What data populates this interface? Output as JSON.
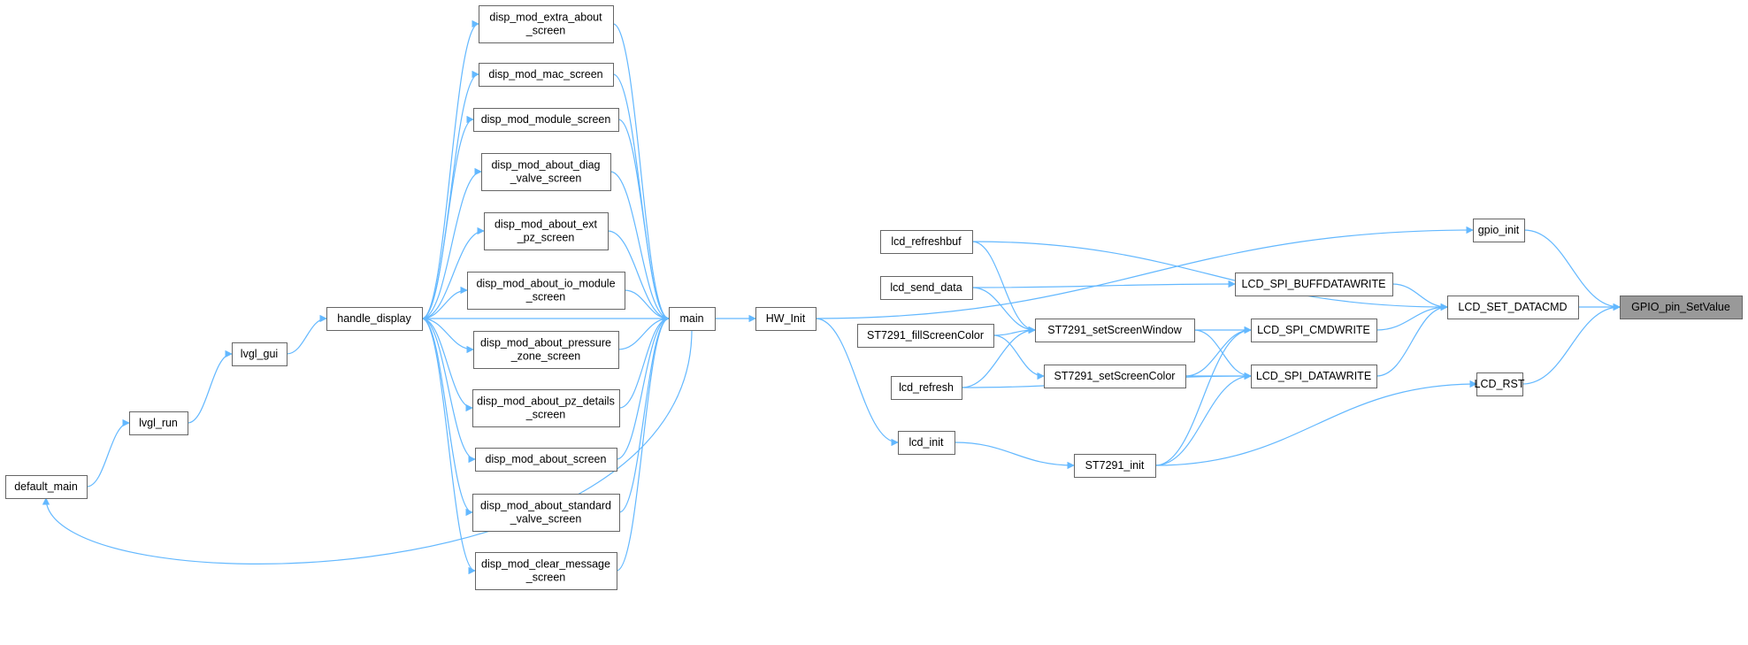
{
  "target": "GPIO_pin_SetValue",
  "nodes": [
    {
      "id": "gpio_pin_setvalue",
      "lines": [
        "GPIO_pin_SetValue"
      ],
      "highlight": true
    },
    {
      "id": "gpio_init",
      "lines": [
        "gpio_init"
      ]
    },
    {
      "id": "lcd_set_datacmd",
      "lines": [
        "LCD_SET_DATACMD"
      ]
    },
    {
      "id": "lcd_rst",
      "lines": [
        "LCD_RST"
      ]
    },
    {
      "id": "lcd_spi_buffdatawrite",
      "lines": [
        "LCD_SPI_BUFFDATAWRITE"
      ]
    },
    {
      "id": "lcd_spi_cmdwrite",
      "lines": [
        "LCD_SPI_CMDWRITE"
      ]
    },
    {
      "id": "lcd_spi_datawrite",
      "lines": [
        "LCD_SPI_DATAWRITE"
      ]
    },
    {
      "id": "st7291_setscreenwindow",
      "lines": [
        "ST7291_setScreenWindow"
      ]
    },
    {
      "id": "st7291_setscreencolor",
      "lines": [
        "ST7291_setScreenColor"
      ]
    },
    {
      "id": "st7291_init",
      "lines": [
        "ST7291_init"
      ]
    },
    {
      "id": "lcd_refreshbuf",
      "lines": [
        "lcd_refreshbuf"
      ]
    },
    {
      "id": "lcd_send_data",
      "lines": [
        "lcd_send_data"
      ]
    },
    {
      "id": "st7291_fillscreencolor",
      "lines": [
        "ST7291_fillScreenColor"
      ]
    },
    {
      "id": "lcd_refresh",
      "lines": [
        "lcd_refresh"
      ]
    },
    {
      "id": "lcd_init",
      "lines": [
        "lcd_init"
      ]
    },
    {
      "id": "hw_init",
      "lines": [
        "HW_Init"
      ]
    },
    {
      "id": "main",
      "lines": [
        "main"
      ]
    },
    {
      "id": "disp_mod_extra_about_screen",
      "lines": [
        "disp_mod_extra_about",
        "_screen"
      ]
    },
    {
      "id": "disp_mod_mac_screen",
      "lines": [
        "disp_mod_mac_screen"
      ]
    },
    {
      "id": "disp_mod_module_screen",
      "lines": [
        "disp_mod_module_screen"
      ]
    },
    {
      "id": "disp_mod_about_diag_valve_screen",
      "lines": [
        "disp_mod_about_diag",
        "_valve_screen"
      ]
    },
    {
      "id": "disp_mod_about_ext_pz_screen",
      "lines": [
        "disp_mod_about_ext",
        "_pz_screen"
      ]
    },
    {
      "id": "disp_mod_about_io_module_screen",
      "lines": [
        "disp_mod_about_io_module",
        "_screen"
      ]
    },
    {
      "id": "disp_mod_about_pressure_zone_screen",
      "lines": [
        "disp_mod_about_pressure",
        "_zone_screen"
      ]
    },
    {
      "id": "disp_mod_about_pz_details_screen",
      "lines": [
        "disp_mod_about_pz_details",
        "_screen"
      ]
    },
    {
      "id": "disp_mod_about_screen",
      "lines": [
        "disp_mod_about_screen"
      ]
    },
    {
      "id": "disp_mod_about_standard_valve_screen",
      "lines": [
        "disp_mod_about_standard",
        "_valve_screen"
      ]
    },
    {
      "id": "disp_mod_clear_message_screen",
      "lines": [
        "disp_mod_clear_message",
        "_screen"
      ]
    },
    {
      "id": "handle_display",
      "lines": [
        "handle_display"
      ]
    },
    {
      "id": "lvgl_gui",
      "lines": [
        "lvgl_gui"
      ]
    },
    {
      "id": "lvgl_run",
      "lines": [
        "lvgl_run"
      ]
    },
    {
      "id": "default_main",
      "lines": [
        "default_main"
      ]
    }
  ],
  "edges": [
    [
      "gpio_init",
      "gpio_pin_setvalue"
    ],
    [
      "lcd_set_datacmd",
      "gpio_pin_setvalue"
    ],
    [
      "lcd_rst",
      "gpio_pin_setvalue"
    ],
    [
      "lcd_refreshbuf",
      "lcd_set_datacmd"
    ],
    [
      "lcd_spi_buffdatawrite",
      "lcd_set_datacmd"
    ],
    [
      "lcd_spi_cmdwrite",
      "lcd_set_datacmd"
    ],
    [
      "lcd_spi_datawrite",
      "lcd_set_datacmd"
    ],
    [
      "hw_init",
      "gpio_init"
    ],
    [
      "st7291_init",
      "lcd_rst"
    ],
    [
      "lcd_send_data",
      "lcd_spi_buffdatawrite"
    ],
    [
      "st7291_setscreenwindow",
      "lcd_spi_cmdwrite"
    ],
    [
      "st7291_setscreencolor",
      "lcd_spi_cmdwrite"
    ],
    [
      "st7291_init",
      "lcd_spi_cmdwrite"
    ],
    [
      "st7291_setscreenwindow",
      "lcd_spi_datawrite"
    ],
    [
      "st7291_setscreencolor",
      "lcd_spi_datawrite"
    ],
    [
      "lcd_refresh",
      "lcd_spi_datawrite"
    ],
    [
      "st7291_init",
      "lcd_spi_datawrite"
    ],
    [
      "lcd_refreshbuf",
      "st7291_setscreenwindow"
    ],
    [
      "lcd_send_data",
      "st7291_setscreenwindow"
    ],
    [
      "st7291_fillscreencolor",
      "st7291_setscreenwindow"
    ],
    [
      "lcd_refresh",
      "st7291_setscreenwindow"
    ],
    [
      "st7291_fillscreencolor",
      "st7291_setscreencolor"
    ],
    [
      "lcd_init",
      "st7291_init"
    ],
    [
      "hw_init",
      "lcd_init"
    ],
    [
      "main",
      "hw_init"
    ],
    [
      "disp_mod_extra_about_screen",
      "main"
    ],
    [
      "disp_mod_mac_screen",
      "main"
    ],
    [
      "disp_mod_module_screen",
      "main"
    ],
    [
      "disp_mod_about_diag_valve_screen",
      "main"
    ],
    [
      "disp_mod_about_ext_pz_screen",
      "main"
    ],
    [
      "disp_mod_about_io_module_screen",
      "main"
    ],
    [
      "disp_mod_about_pressure_zone_screen",
      "main"
    ],
    [
      "disp_mod_about_pz_details_screen",
      "main"
    ],
    [
      "disp_mod_about_screen",
      "main"
    ],
    [
      "disp_mod_about_standard_valve_screen",
      "main"
    ],
    [
      "disp_mod_clear_message_screen",
      "main"
    ],
    [
      "handle_display",
      "main"
    ],
    [
      "handle_display",
      "disp_mod_extra_about_screen"
    ],
    [
      "handle_display",
      "disp_mod_mac_screen"
    ],
    [
      "handle_display",
      "disp_mod_module_screen"
    ],
    [
      "handle_display",
      "disp_mod_about_diag_valve_screen"
    ],
    [
      "handle_display",
      "disp_mod_about_ext_pz_screen"
    ],
    [
      "handle_display",
      "disp_mod_about_io_module_screen"
    ],
    [
      "handle_display",
      "disp_mod_about_pressure_zone_screen"
    ],
    [
      "handle_display",
      "disp_mod_about_pz_details_screen"
    ],
    [
      "handle_display",
      "disp_mod_about_screen"
    ],
    [
      "handle_display",
      "disp_mod_about_standard_valve_screen"
    ],
    [
      "handle_display",
      "disp_mod_clear_message_screen"
    ],
    [
      "lvgl_gui",
      "handle_display"
    ],
    [
      "lvgl_run",
      "lvgl_gui"
    ],
    [
      "default_main",
      "lvgl_run"
    ],
    [
      "main",
      "default_main"
    ]
  ],
  "colors": {
    "edge": "#63b8ff",
    "node_border": "#666666",
    "highlight_fill": "#999999"
  }
}
